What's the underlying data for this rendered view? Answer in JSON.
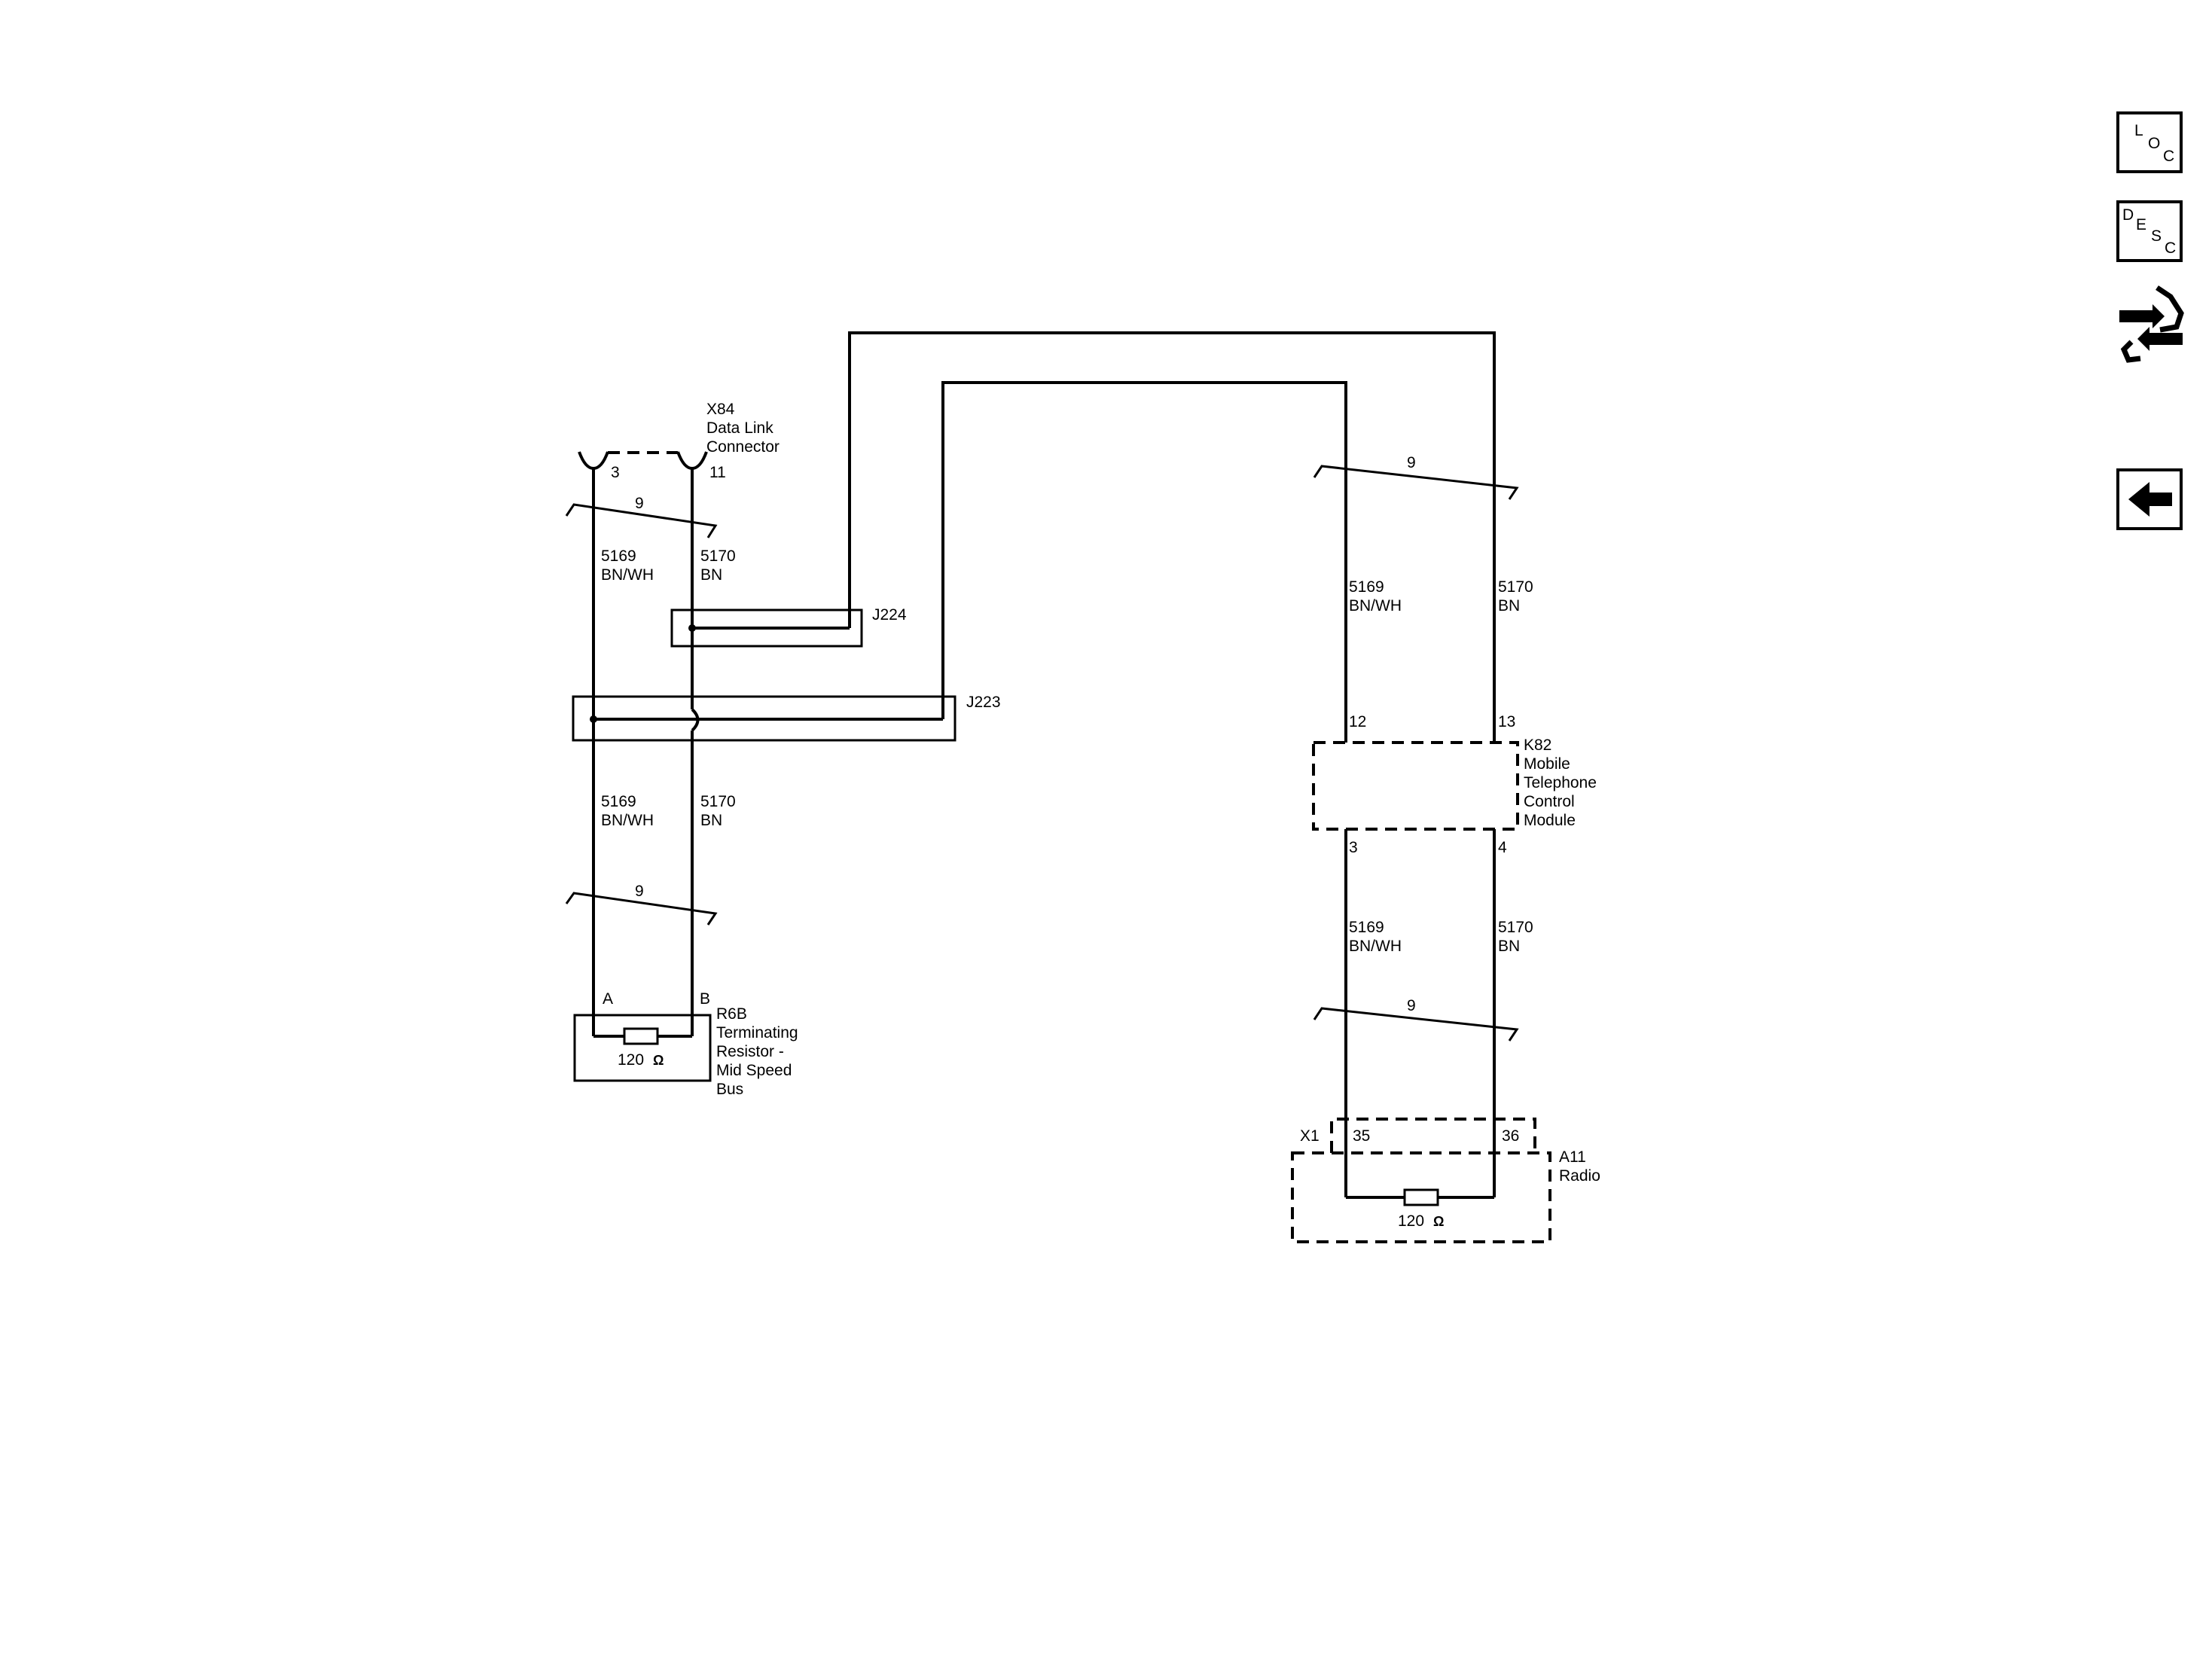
{
  "sidebar": {
    "loc_button": [
      "L",
      "O",
      "C"
    ],
    "desc_button": [
      "D",
      "E",
      "S",
      "C"
    ],
    "connector_icon": "connector-tool-icon",
    "back_icon": "back-arrow-icon"
  },
  "diagram": {
    "x84": {
      "name": "X84",
      "line1": "Data Link",
      "line2": "Connector",
      "pin_left": "3",
      "pin_right": "11"
    },
    "wires": {
      "left_code": "5169",
      "left_color": "BN/WH",
      "right_code": "5170",
      "right_color": "BN",
      "twist": "9"
    },
    "j224": "J224",
    "j223": "J223",
    "r6b": {
      "pin_a": "A",
      "pin_b": "B",
      "value": "120",
      "unit": "Ω",
      "name": "R6B",
      "line1": "Terminating",
      "line2": "Resistor -",
      "line3": "Mid Speed",
      "line4": "Bus"
    },
    "k82": {
      "pin_in_left": "12",
      "pin_in_right": "13",
      "pin_out_left": "3",
      "pin_out_right": "4",
      "name": "K82",
      "line1": "Mobile",
      "line2": "Telephone",
      "line3": "Control",
      "line4": "Module"
    },
    "a11": {
      "connector": "X1",
      "pin_left": "35",
      "pin_right": "36",
      "value": "120",
      "unit": "Ω",
      "name": "A11",
      "line1": "Radio"
    }
  }
}
